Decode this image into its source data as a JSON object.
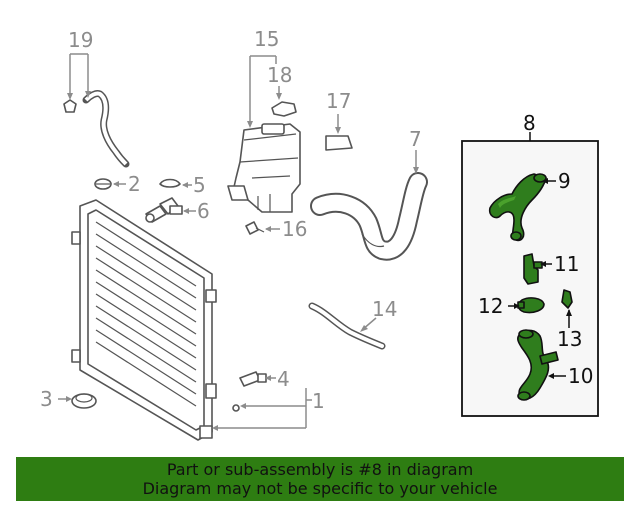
{
  "callouts": {
    "c1": "1",
    "c2": "2",
    "c3": "3",
    "c4": "4",
    "c5": "5",
    "c6": "6",
    "c7": "7",
    "c8": "8",
    "c9": "9",
    "c10": "10",
    "c11": "11",
    "c12": "12",
    "c13": "13",
    "c14": "14",
    "c15": "15",
    "c16": "16",
    "c17": "17",
    "c18": "18",
    "c19": "19"
  },
  "banner": {
    "line1": "Part or sub-assembly is #8 in diagram",
    "line2": "Diagram may not be specific to your vehicle"
  },
  "colors": {
    "highlight_part": "#2f7d1d",
    "banner_bg": "#2e7d12",
    "callout_gray": "#8c8c8c"
  }
}
